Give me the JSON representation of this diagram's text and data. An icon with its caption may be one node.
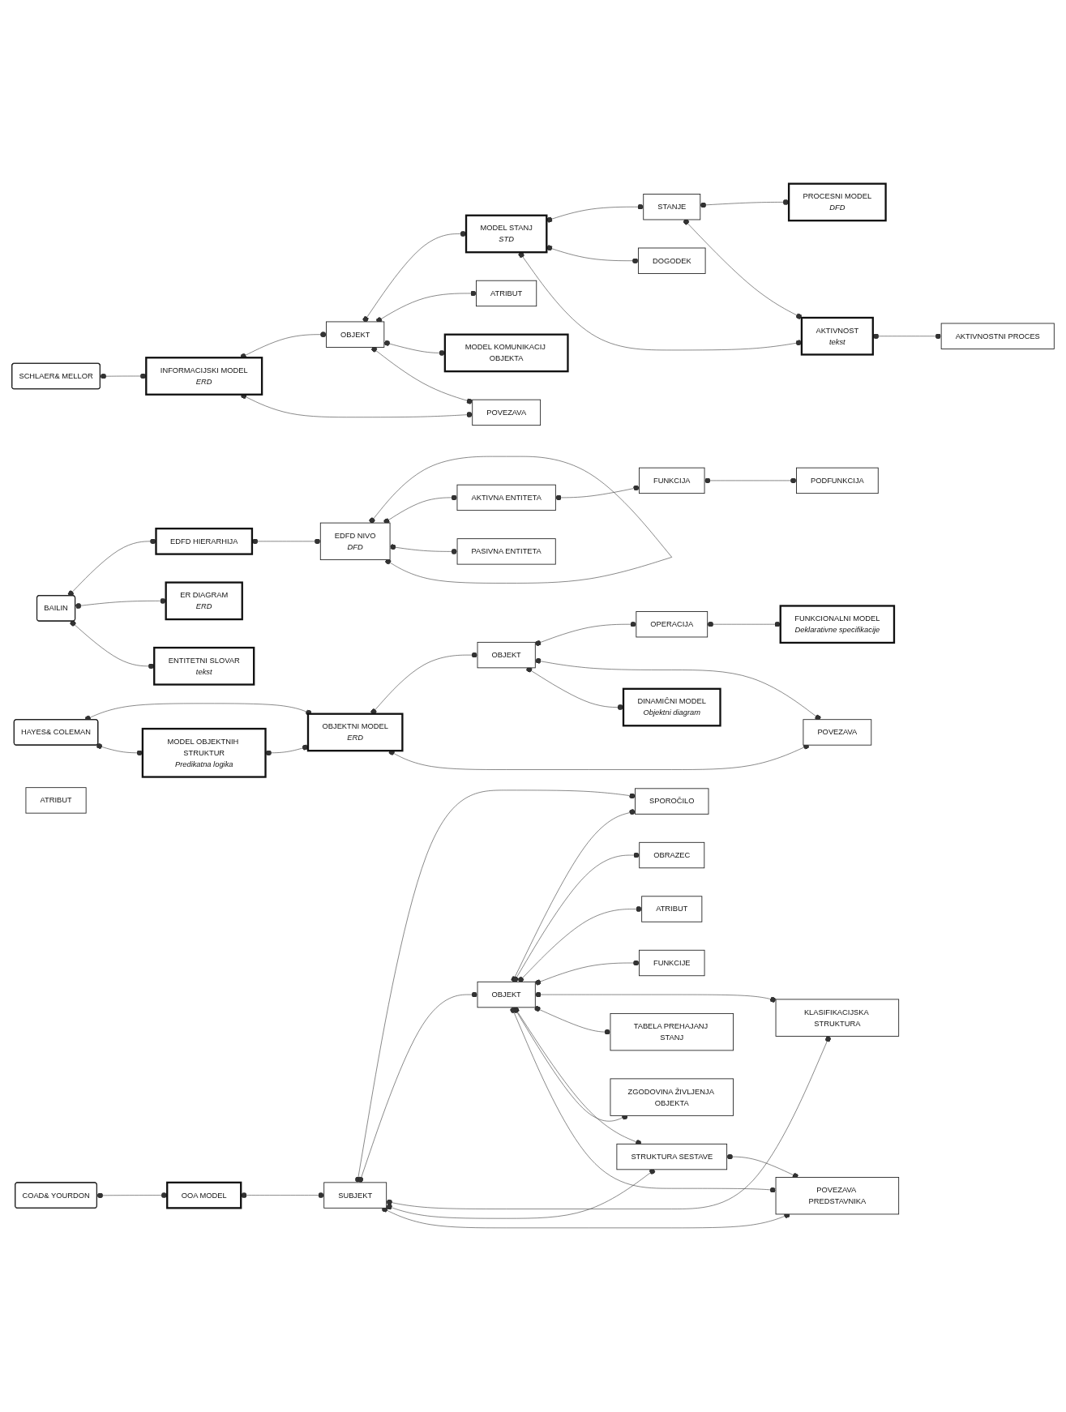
{
  "diagram": {
    "nodes": [
      {
        "text": [
          "BAILIN"
        ]
      },
      {
        "text": [
          "EDFD HIERARHIJA"
        ]
      },
      {
        "text": [
          "EDFD NIVO",
          "DFD"
        ]
      },
      {
        "text": [
          "AKTIVNA ENTITETA"
        ]
      },
      {
        "text": [
          "FUNKCIJA"
        ]
      },
      {
        "text": [
          "ER DIAGRAM",
          "ERD"
        ]
      },
      {
        "text": [
          "ENTITETNI SLOVAR",
          "tekst"
        ]
      },
      {
        "text": [
          "PASIVNA ENTITETA"
        ]
      },
      {
        "text": [
          "PODFUNKCIJA"
        ]
      },
      {
        "text": [
          "SCHLAER& MELLOR"
        ]
      },
      {
        "text": [
          "INFORMACIJSKI MODEL",
          "ERD"
        ]
      },
      {
        "text": [
          "OBJEKT"
        ]
      },
      {
        "text": [
          "MODEL STANJ",
          "STD"
        ]
      },
      {
        "text": [
          "STANJE"
        ]
      },
      {
        "text": [
          "PROCESNI MODEL",
          "DFD"
        ]
      },
      {
        "text": [
          "ATRIBUT"
        ]
      },
      {
        "text": [
          "DOGODEK"
        ]
      },
      {
        "text": [
          "MODEL KOMUNIKACIJ OBJEKTA"
        ]
      },
      {
        "text": [
          "POVEZAVA"
        ]
      },
      {
        "text": [
          "AKTIVNOST",
          "tekst"
        ]
      },
      {
        "text": [
          "AKTIVNOSTNI PROCES"
        ]
      },
      {
        "text": [
          "HAYES& COLEMAN"
        ]
      },
      {
        "text": [
          "OBJEKTNI MODEL",
          "ERD"
        ]
      },
      {
        "text": [
          "OBJEKT"
        ]
      },
      {
        "text": [
          "OPERACIJA"
        ]
      },
      {
        "text": [
          "FUNKCIONALNI MODEL",
          "Deklarativne specifikacije"
        ]
      },
      {
        "text": [
          "MODEL OBJEKTNIH STRUKTUR",
          "Predikatna logika"
        ]
      },
      {
        "text": [
          "POVEZAVA"
        ]
      },
      {
        "text": [
          "DINAMIČNI MODEL",
          "Objektni diagram"
        ]
      },
      {
        "text": [
          "ATRIBUT"
        ]
      },
      {
        "text": [
          "COAD& YOURDON"
        ]
      },
      {
        "text": [
          "OOA MODEL"
        ]
      },
      {
        "text": [
          "SPOROČILO"
        ]
      },
      {
        "text": [
          "OBRAZEC"
        ]
      },
      {
        "text": [
          "SUBJEKT"
        ]
      },
      {
        "text": [
          "ATRIBUT"
        ]
      },
      {
        "text": [
          "OBJEKT"
        ]
      },
      {
        "text": [
          "FUNKCIJE"
        ]
      },
      {
        "text": [
          "KLASIFIKACIJSKA STRUKTURA"
        ]
      },
      {
        "text": [
          "TABELA PREHAJANJ STANJ"
        ]
      },
      {
        "text": [
          "STRUKTURA SESTAVE"
        ]
      },
      {
        "text": [
          "ZGODOVINA ŽIVLJENJA OBJEKTA"
        ]
      },
      {
        "text": [
          "POVEZAVA PREDSTAVNIKA"
        ]
      }
    ],
    "edges": [
      {
        "from": 0,
        "to": 1,
        "arrow": "other"
      },
      {
        "from": 1,
        "to": 2,
        "arrow": "other"
      },
      {
        "from": 2,
        "to": 2,
        "arrow": "other"
      },
      {
        "from": 2,
        "to": 3,
        "arrow": "other"
      },
      {
        "from": 3,
        "to": 4,
        "arrow": "other"
      },
      {
        "from": 0,
        "to": 5,
        "arrow": "other"
      },
      {
        "from": 0,
        "to": 6,
        "arrow": "other"
      },
      {
        "from": 2,
        "to": 7,
        "arrow": "other"
      },
      {
        "from": 4,
        "to": 8,
        "arrow": "other"
      },
      {
        "from": 9,
        "to": 10,
        "arrow": "other"
      },
      {
        "from": 10,
        "to": 11,
        "arrow": "other"
      },
      {
        "from": 11,
        "to": 12,
        "arrow": "other"
      },
      {
        "from": 12,
        "to": 13,
        "arrow": "other"
      },
      {
        "from": 13,
        "to": 14,
        "arrow": "other"
      },
      {
        "from": 11,
        "to": 15,
        "arrow": "other"
      },
      {
        "from": 12,
        "to": 16,
        "arrow": "other"
      },
      {
        "from": 11,
        "to": 17,
        "arrow": "other"
      },
      {
        "from": 10,
        "to": 18,
        "arrow": "other"
      },
      {
        "from": 11,
        "to": 18,
        "arrow": "other"
      },
      {
        "from": 12,
        "to": 19,
        "arrow": "other"
      },
      {
        "from": 13,
        "to": 19,
        "arrow": "other"
      },
      {
        "from": 19,
        "to": 20,
        "arrow": "other"
      },
      {
        "from": 21,
        "to": 22,
        "arrow": "other"
      },
      {
        "from": 22,
        "to": 23,
        "arrow": "other"
      },
      {
        "from": 23,
        "to": 24,
        "arrow": "other"
      },
      {
        "from": 24,
        "to": 25,
        "arrow": "other"
      },
      {
        "from": 21,
        "to": 26,
        "arrow": "other"
      },
      {
        "from": 26,
        "to": 22,
        "arrow": "other"
      },
      {
        "from": 22,
        "to": 27,
        "arrow": "other"
      },
      {
        "from": 23,
        "to": 27,
        "arrow": "other"
      },
      {
        "from": 23,
        "to": 28,
        "arrow": "other"
      },
      {
        "from": 30,
        "to": 31,
        "arrow": "other"
      },
      {
        "from": 31,
        "to": 34,
        "arrow": "other"
      },
      {
        "from": 34,
        "to": 32,
        "arrow": "other"
      },
      {
        "from": 32,
        "to": 36,
        "arrow": "other"
      },
      {
        "from": 33,
        "to": 36,
        "arrow": "other"
      },
      {
        "from": 36,
        "to": 35,
        "arrow": "other"
      },
      {
        "from": 34,
        "to": 36,
        "arrow": "other"
      },
      {
        "from": 36,
        "to": 37,
        "arrow": "other"
      },
      {
        "from": 34,
        "to": 38,
        "arrow": "other"
      },
      {
        "from": 36,
        "to": 38,
        "arrow": "other"
      },
      {
        "from": 36,
        "to": 39,
        "arrow": "other"
      },
      {
        "from": 34,
        "to": 40,
        "arrow": "other"
      },
      {
        "from": 36,
        "to": 40,
        "arrow": "other"
      },
      {
        "from": 36,
        "to": 41,
        "arrow": "other"
      },
      {
        "from": 34,
        "to": 42,
        "arrow": "other"
      },
      {
        "from": 36,
        "to": 42,
        "arrow": "other"
      },
      {
        "from": 40,
        "to": 42,
        "arrow": "other"
      }
    ]
  }
}
